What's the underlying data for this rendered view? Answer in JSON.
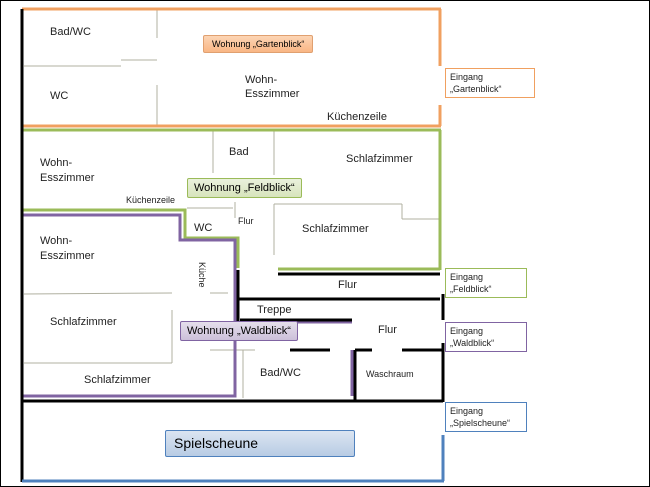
{
  "diagram": {
    "type": "floor-plan",
    "colors": {
      "gartenblick": "#f0a060",
      "feldblick": "#9bbb59",
      "waldblick": "#8064a2",
      "spielscheune": "#4f81bd",
      "walls": "#000000",
      "inner_walls": "#a0a0a0"
    },
    "apartments": {
      "gartenblick": {
        "label": "Wohnung „Gartenblick“",
        "rooms": [
          "Bad/WC",
          "WC",
          "Wohn-\nEsszimmer",
          "Küchenzeile"
        ]
      },
      "feldblick": {
        "label": "Wohnung „Feldblick“",
        "rooms": [
          "Wohn-\nEsszimmer",
          "Bad",
          "Schlafzimmer",
          "Küchenzeile",
          "WC",
          "Flur",
          "Schlafzimmer"
        ]
      },
      "waldblick": {
        "label": "Wohnung „Waldblick“",
        "rooms": [
          "Wohn-\nEsszimmer",
          "Küche",
          "Schlafzimmer",
          "Schlafzimmer",
          "Bad/WC"
        ]
      },
      "spielscheune": {
        "label": "Spielscheune"
      }
    },
    "shared_rooms": [
      "Flur",
      "Treppe",
      "Flur",
      "Waschraum"
    ],
    "entrances": [
      {
        "line1": "Eingang",
        "line2": "„Gartenblick“"
      },
      {
        "line1": "Eingang",
        "line2": "„Feldblick“"
      },
      {
        "line1": "Eingang",
        "line2": "„Waldblick“"
      },
      {
        "line1": "Eingang",
        "line2": "„Spielscheune“"
      }
    ],
    "room_labels": {
      "g_badwc": "Bad/WC",
      "g_wc": "WC",
      "g_wohn1": "Wohn-",
      "g_wohn2": "Esszimmer",
      "g_kueche": "Küchenzeile",
      "f_wohn1": "Wohn-",
      "f_wohn2": "Esszimmer",
      "f_bad": "Bad",
      "f_schlaf1": "Schlafzimmer",
      "f_kueche": "Küchenzeile",
      "f_wc": "WC",
      "f_flur": "Flur",
      "f_schlaf2": "Schlafzimmer",
      "w_wohn1": "Wohn-",
      "w_wohn2": "Esszimmer",
      "w_kueche": "Küche",
      "w_schlaf1": "Schlafzimmer",
      "w_schlaf2": "Schlafzimmer",
      "w_badwc": "Bad/WC",
      "flur1": "Flur",
      "treppe": "Treppe",
      "flur2": "Flur",
      "waschraum": "Waschraum"
    }
  }
}
